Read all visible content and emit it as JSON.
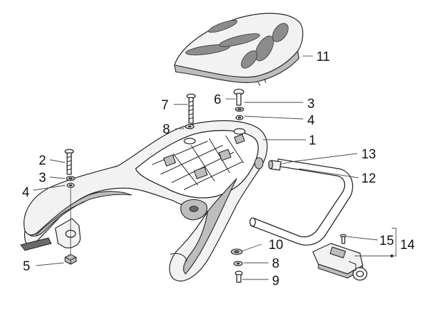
{
  "callouts": {
    "c1": "1",
    "c2": "2",
    "c3a": "3",
    "c3b": "3",
    "c4a": "4",
    "c4b": "4",
    "c5": "5",
    "c6": "6",
    "c7": "7",
    "c8a": "8",
    "c8b": "8",
    "c9": "9",
    "c10": "10",
    "c11": "11",
    "c12": "12",
    "c13": "13",
    "c14": "14",
    "c15": "15"
  },
  "colors": {
    "background": "#ffffff",
    "line": "#222222",
    "shading": "#bdbdbd"
  }
}
